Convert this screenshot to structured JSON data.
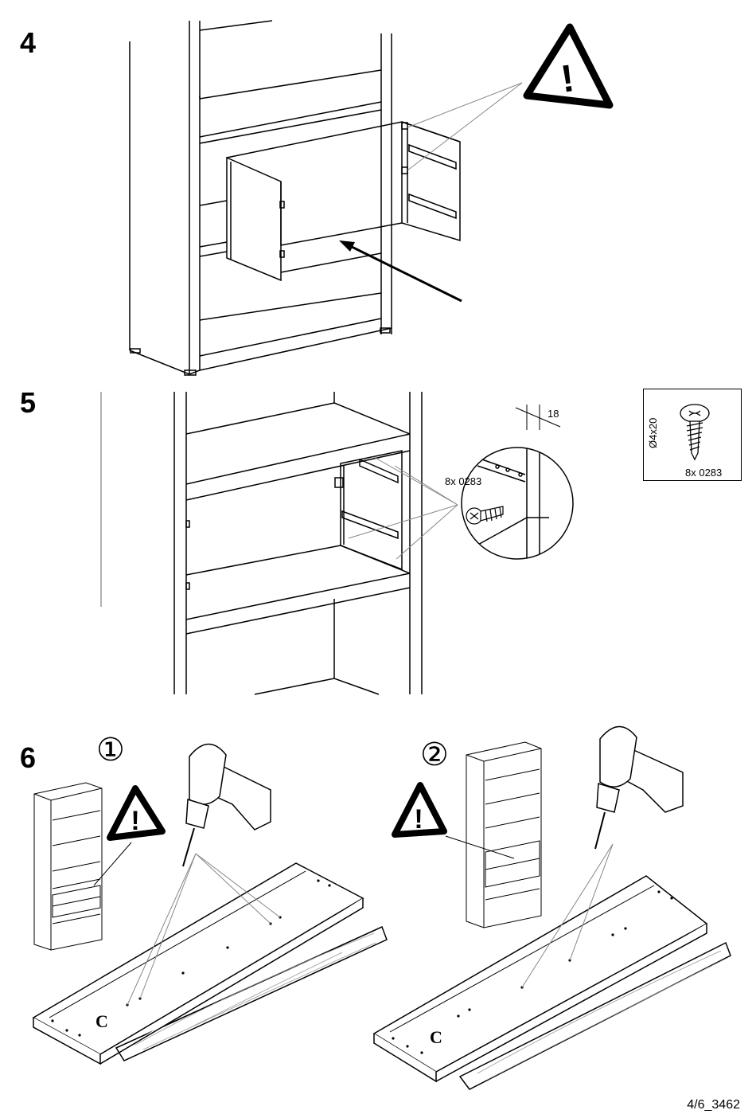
{
  "steps": [
    {
      "number": "4"
    },
    {
      "number": "5",
      "callout_text": "8x 0283",
      "dimension": "18"
    },
    {
      "number": "6",
      "sub_steps": [
        {
          "marker": "①",
          "part_label": "C"
        },
        {
          "marker": "②",
          "part_label": "C"
        }
      ]
    }
  ],
  "hardware": {
    "size": "Ø4x20",
    "count_code": "8x 0283"
  },
  "footer": {
    "page_ref": "4/6_3462"
  }
}
